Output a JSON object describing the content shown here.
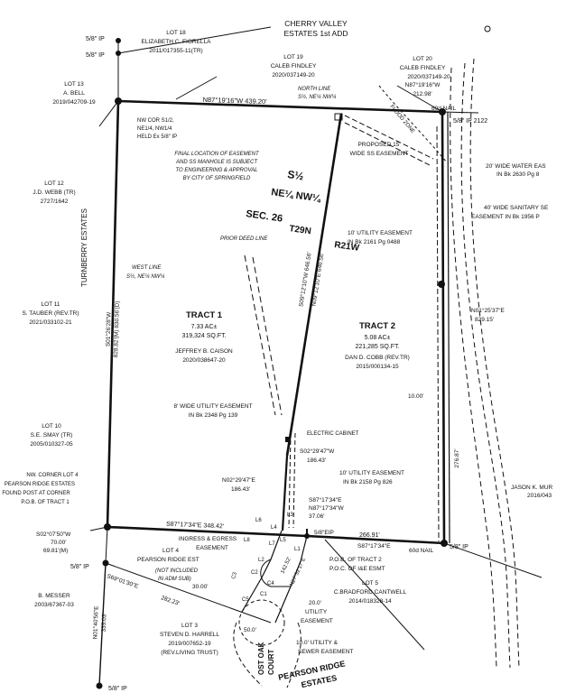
{
  "subdivision_title": [
    "CHERRY VALLEY",
    "ESTATES 1st ADD"
  ],
  "lots": {
    "lot18": [
      "LOT 18",
      "ELIZABETH C. FIORELLA",
      "2011/017355-11(TR)"
    ],
    "lot19": [
      "LOT 19",
      "CALEB FINDLEY",
      "2020/037149-20"
    ],
    "lot20": [
      "LOT 20",
      "CALEB FINDLEY",
      "2020/037149-20"
    ],
    "lot13": [
      "LOT 13",
      "A. BELL",
      "2019/042709-19"
    ],
    "lot12": [
      "LOT 12",
      "J.D. WEBB (TR)",
      "2727/1642"
    ],
    "lot11": [
      "LOT 11",
      "S. TAUBER (REV.TR)",
      "2021/033102-21"
    ],
    "lot10": [
      "LOT 10",
      "S.E. SMAY (TR)",
      "2005/010327-05"
    ],
    "lot4": [
      "LOT 4",
      "PEARSON RIDGE EST"
    ],
    "lot4_note": [
      "(NOT INCLUDED",
      "IN ADM SUB)"
    ],
    "lot3": [
      "LOT 3",
      "STEVEN D. HARRELL",
      "2019/007652-19",
      "(REV.LIVING TRUST)"
    ],
    "lot5": [
      "LOT 5",
      "C.BRADFORD CANTWELL",
      "2014/018328-14"
    ],
    "messer": [
      "B. MESSER",
      "2003/67367-03"
    ],
    "jason": [
      "JASON K. MUR",
      "2016/043"
    ]
  },
  "subdivisions": {
    "turnberry": "TURNBERRY ESTATES",
    "pearson": [
      "PEARSON RIDGE",
      "ESTATES"
    ],
    "court": [
      "OST OAK",
      "COURT"
    ]
  },
  "tracts": {
    "tract1": [
      "TRACT 1",
      "7.33 AC±",
      "319,324 SQ.FT.",
      "JEFFREY B. CAISON",
      "2020/038647-20"
    ],
    "tract2": [
      "TRACT 2",
      "5.08 AC±",
      "221,285 SQ.FT.",
      "DAN D. COBB (REV.TR)",
      "2015/000134-15"
    ]
  },
  "section": {
    "quarter": "S½",
    "subquarter": "NE¼ NW¼",
    "sec": "SEC. 26",
    "twp": "T29N",
    "rng": "R21W"
  },
  "monuments": {
    "ip_top1": "5/8\" IP",
    "ip_top2": "5/8\" IP",
    "ip_2122": "5/8\" IP 2122",
    "ip_right": "5/8\" IP",
    "ip_left": "5/8\" IP",
    "ip_bottom": "5/8\" IP",
    "nail_top": "60d NAIL",
    "nail_bottom": "60d NAIL",
    "eip": "5/8\"EIP"
  },
  "bearings": {
    "north_line": "N87°19'16\"W  439.20'",
    "top_right": [
      "N87°19'16\"W",
      "212.98'"
    ],
    "west_line": [
      "S01°26'28\"W",
      "828.82'(M) 830.56'(D)"
    ],
    "divider": [
      "S09°12'10\"W 646.56'",
      "N09°12'10\"E 646.56'"
    ],
    "east_line": [
      "N01°25'37\"E",
      "829.15'"
    ],
    "south_tract1": "S87°17'34\"E  348.42'",
    "south_tract2": "266.91'",
    "south_tract2_b": "S87°17'34\"E",
    "right_dim": "276.87'",
    "offset_10": "10.00'",
    "s02": [
      "S02°29'47\"W",
      "186.43'"
    ],
    "n02": [
      "N02°29'47\"E",
      "186.43'"
    ],
    "s87": [
      "S87°17'34\"E",
      "N87°17'34\"W",
      "37.06'"
    ],
    "s02_07": [
      "S02°07'50\"W",
      "70.00'",
      "69.81'(M)"
    ],
    "n01_40": [
      "N01°40'56\"E",
      "335.03'"
    ],
    "s69": [
      "S69°01'30\"E",
      "282.23'"
    ],
    "c_dims": [
      "142.52'",
      "N27°32'17\"E"
    ],
    "dim_30": "30.00'",
    "dim_20": "20.0'",
    "dim_50": "50.0'",
    "curves": [
      "C1",
      "C2",
      "C3",
      "C4",
      "C5"
    ],
    "lines": [
      "L1",
      "L2",
      "L3",
      "L4",
      "L5",
      "L6",
      "L7",
      "L8"
    ]
  },
  "notes": {
    "nw_cor": [
      "NW COR S1/2,",
      "NE1/4, NW1/4",
      "HELD Ex 5/8\" IP"
    ],
    "north_line": [
      "NORTH LINE",
      "S½, NE¼ NW¼"
    ],
    "final_location": [
      "FINAL LOCATION OF EASEMENT",
      "AND SS MANHOLE IS SUBJECT",
      "TO ENGINEERING & APPROVAL",
      "BY CITY OF SPRINGFIELD"
    ],
    "proposed_ss": [
      "PROPOSED 15'",
      "WIDE SS EASEMENT"
    ],
    "flood_zone": "FLOOD ZONE",
    "water_esmt": [
      "20' WIDE WATER EAS",
      "IN Bk 2630 Pg 8"
    ],
    "sanitary_esmt": [
      "40' WIDE SANITARY SE",
      "EASEMENT IN Bk 1956 P"
    ],
    "utility_2161": [
      "10' UTILITY EASEMENT",
      "IN Bk 2161 Pg 0488"
    ],
    "prior_deed": "PRIOR DEED LINE",
    "west_line": [
      "WEST LINE",
      "S½, NE¼ NW¼"
    ],
    "utility_8": [
      "8' WIDE UTILITY EASEMENT",
      "IN Bk 2348 Pg 139"
    ],
    "electric": "ELECTRIC CABINET",
    "utility_2158": [
      "10' UTILITY EASEMENT",
      "IN Bk 2158 Pg 826"
    ],
    "nw_corner_lot4": [
      "NW. CORNER LOT 4",
      "PEARSON RIDGE ESTATES",
      "FOUND POST AT CORNER",
      "P.O.B. OF TRACT 1"
    ],
    "ingress": [
      "INGRESS & EGRESS",
      "EASEMENT"
    ],
    "pob_tract2": [
      "P.O.B. OF TRACT 2",
      "P.O.C. OF I&E ESMT"
    ],
    "utility_20": [
      "UTILITY",
      "EASEMENT"
    ],
    "utility_sewer": [
      "10.0' UTILITY &",
      "SEWER EASEMENT"
    ]
  }
}
